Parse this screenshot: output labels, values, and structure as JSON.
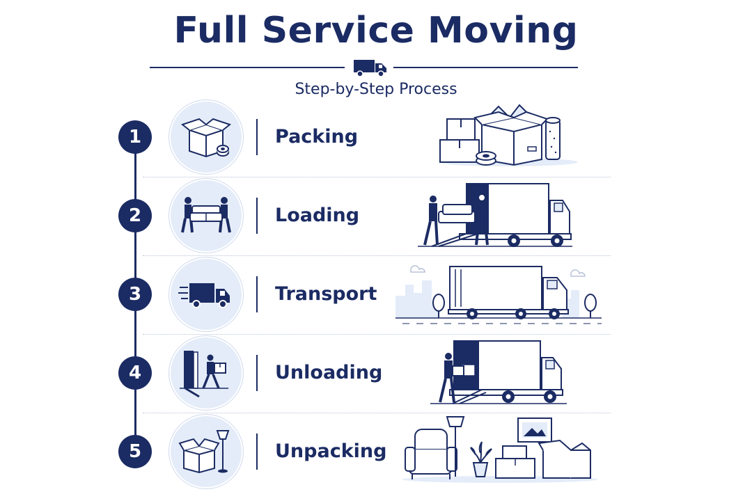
{
  "header": {
    "title": "Full Service Moving",
    "subtitle": "Step-by-Step Process",
    "icon": "truck-icon"
  },
  "steps": [
    {
      "number": "1",
      "label": "Packing",
      "icon": "box-tape-icon",
      "illustration": "boxes-illustration"
    },
    {
      "number": "2",
      "label": "Loading",
      "icon": "movers-sofa-icon",
      "illustration": "loading-truck-illustration"
    },
    {
      "number": "3",
      "label": "Transport",
      "icon": "moving-truck-icon",
      "illustration": "city-truck-illustration"
    },
    {
      "number": "4",
      "label": "Unloading",
      "icon": "mover-ramp-icon",
      "illustration": "unloading-truck-illustration"
    },
    {
      "number": "5",
      "label": "Unpacking",
      "icon": "open-box-lamp-icon",
      "illustration": "room-illustration"
    }
  ],
  "colors": {
    "primary": "#1b2b63",
    "accent": "#e4ecf9",
    "divider": "#b8c2d8"
  }
}
